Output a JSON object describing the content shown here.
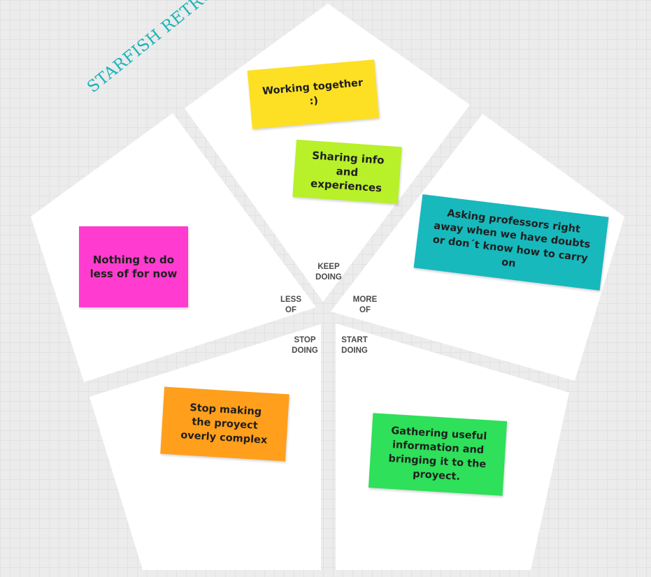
{
  "title": "STARFISH RETROSPECTIVE",
  "zones": {
    "keep": [
      "KEEP",
      "DOING"
    ],
    "less": [
      "LESS",
      "OF"
    ],
    "more": [
      "MORE",
      "OF"
    ],
    "stop": [
      "STOP",
      "DOING"
    ],
    "start": [
      "START",
      "DOING"
    ]
  },
  "notes": [
    {
      "id": "working-together",
      "zone": "keep",
      "text": "Working together :)",
      "color": "#fde023"
    },
    {
      "id": "sharing-info",
      "zone": "keep",
      "text": "Sharing info and experiences",
      "color": "#b8f02a"
    },
    {
      "id": "asking-professors",
      "zone": "more",
      "text": "Asking professors right away when we have doubts or don´t know how to carry on",
      "color": "#17b9bd"
    },
    {
      "id": "nothing-less",
      "zone": "less",
      "text": "Nothing to do less of for now",
      "color": "#ff3ccf"
    },
    {
      "id": "stop-complex",
      "zone": "stop",
      "text": "Stop making the proyect overly complex",
      "color": "#ff9f1c"
    },
    {
      "id": "gathering-info",
      "zone": "start",
      "text": "Gathering useful information and bringing it to the proyect.",
      "color": "#2ee05a"
    }
  ],
  "colors": {
    "board_bg": "#ececec",
    "wedge": "#ffffff",
    "title": "#19b4b9",
    "label": "#4a4a4a"
  }
}
